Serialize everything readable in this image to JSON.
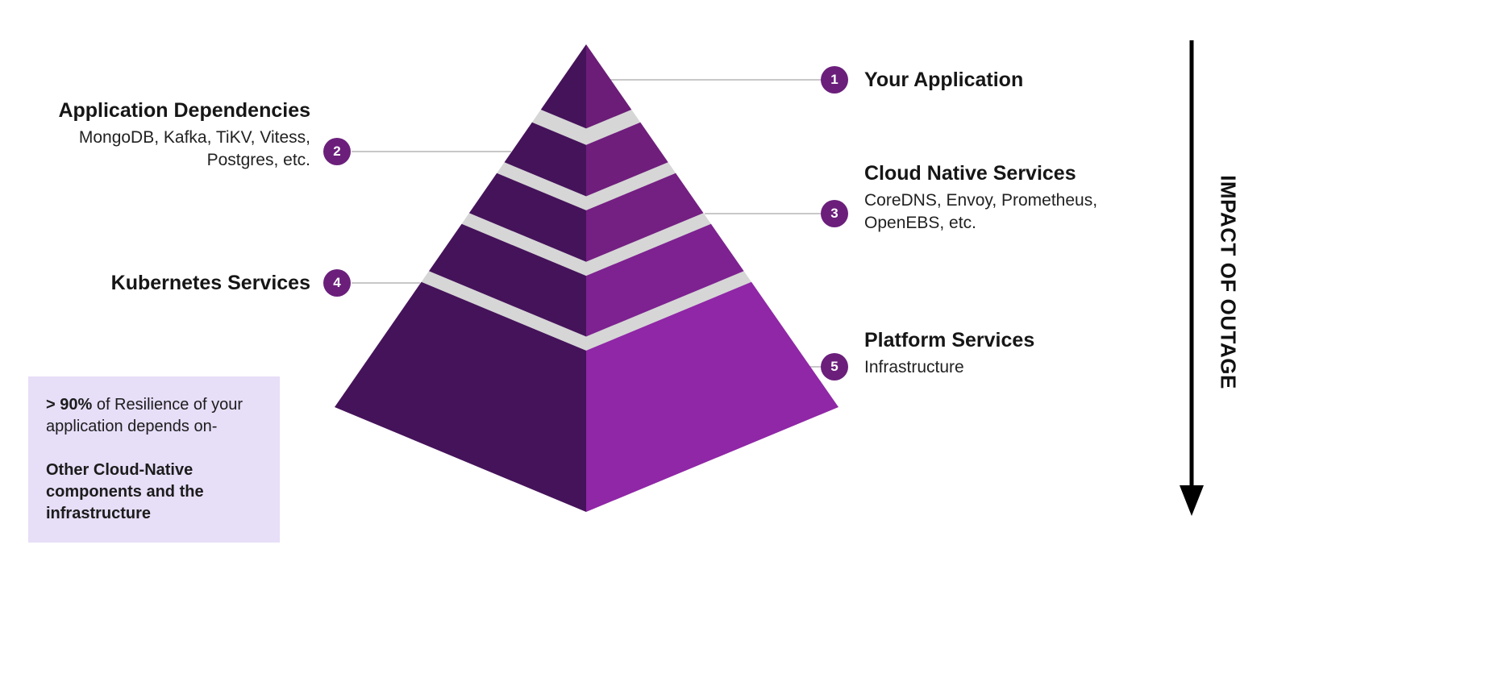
{
  "pyramid": {
    "levels": [
      {
        "num": "1",
        "title": "Your Application",
        "lines": []
      },
      {
        "num": "2",
        "title": "Application Dependencies",
        "lines": [
          "MongoDB, Kafka, TiKV, Vitess,",
          "Postgres, etc."
        ]
      },
      {
        "num": "3",
        "title": "Cloud Native Services",
        "lines": [
          "CoreDNS, Envoy, Prometheus,",
          "OpenEBS, etc."
        ]
      },
      {
        "num": "4",
        "title": "Kubernetes Services",
        "lines": []
      },
      {
        "num": "5",
        "title": "Platform Services",
        "lines": [
          "Infrastructure"
        ]
      }
    ]
  },
  "note": {
    "highlight": "> 90%",
    "text": " of Resilience of your application depends on-",
    "bold_text": "Other Cloud-Native components and the infrastructure"
  },
  "axis": {
    "label": "IMPACT OF OUTAGE"
  },
  "colors": {
    "left_face": "#45135a",
    "right_face_1": "#6b1d77",
    "right_face_2": "#6f1e7c",
    "right_face_3": "#741f82",
    "right_face_4": "#7d2290",
    "right_face_5": "#8f27a6",
    "gap": "#d6d6d6",
    "badge": "#6b1f7b",
    "connector": "#c8c8c8",
    "note_bg": "#e7def8",
    "text": "#1f1f1f",
    "arrow": "#000000"
  }
}
